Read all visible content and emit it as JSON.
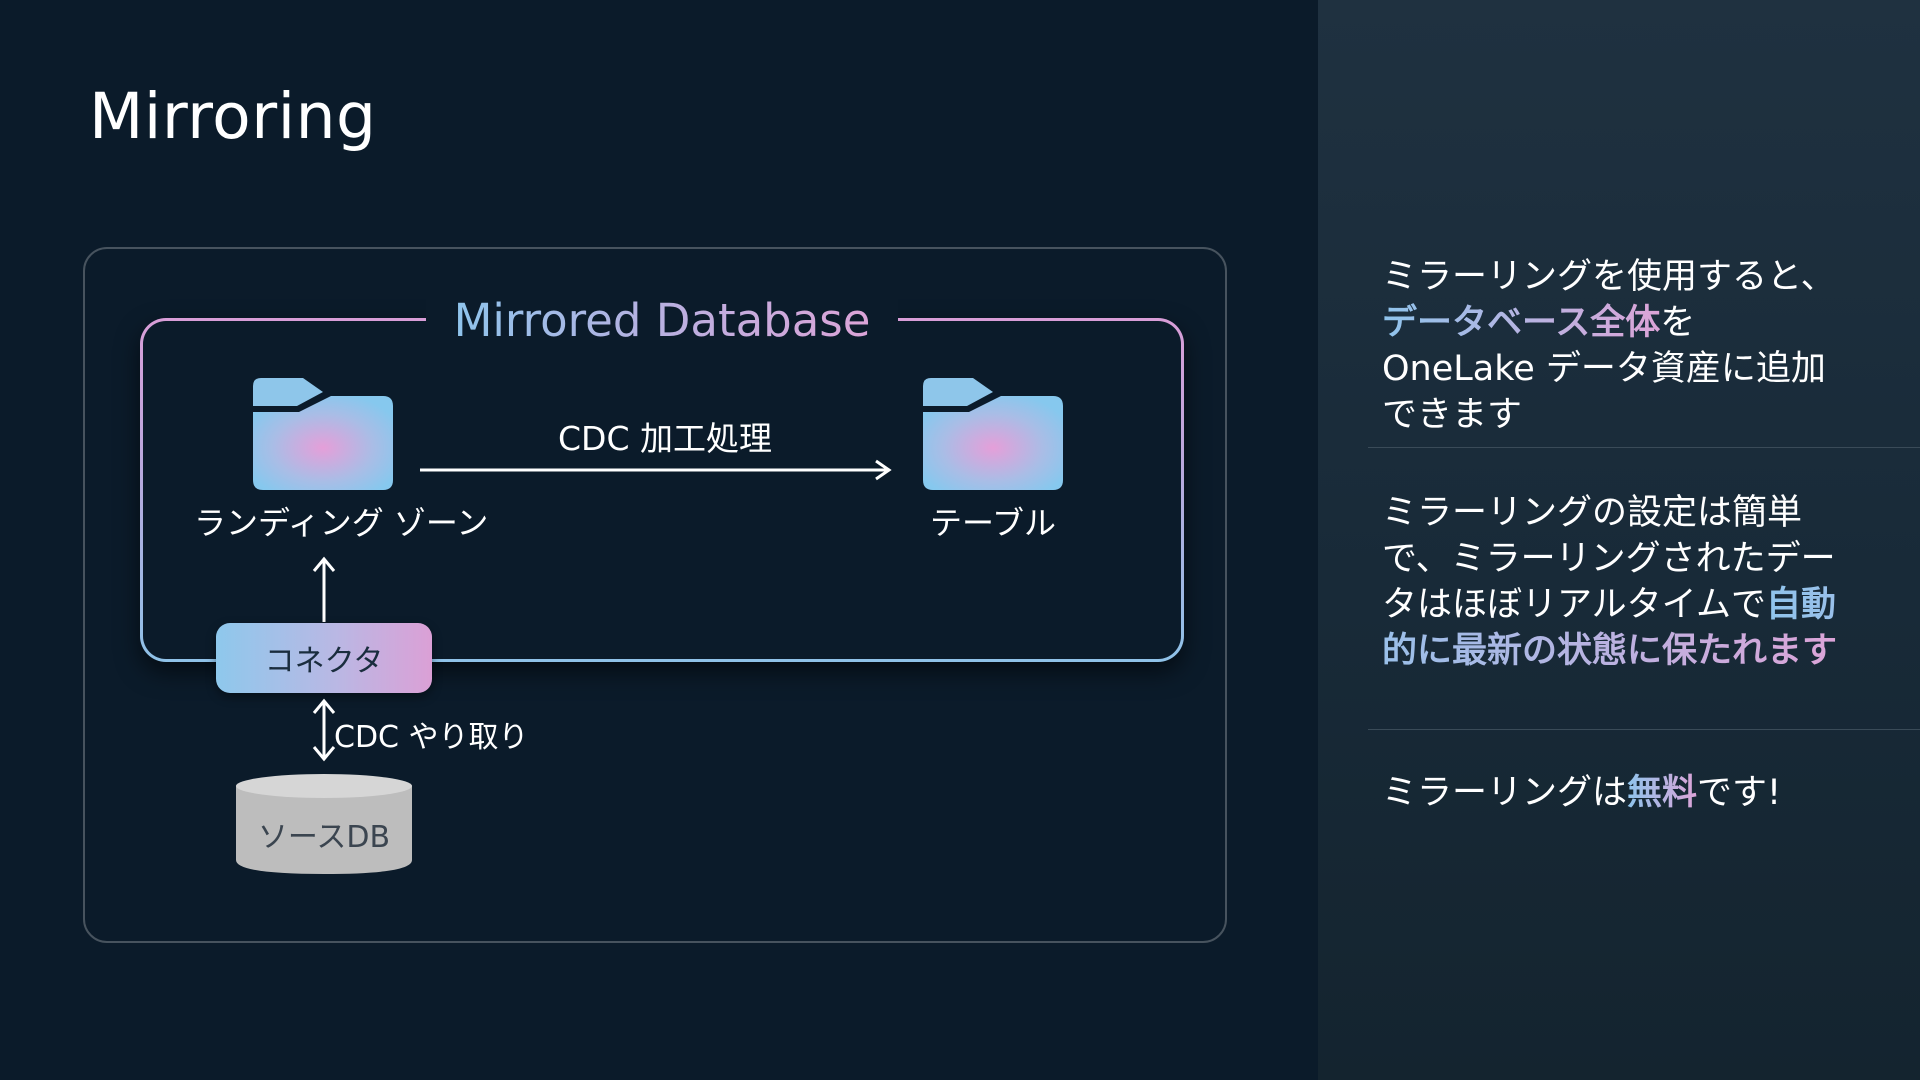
{
  "slide": {
    "title": "Mirroring"
  },
  "diagram": {
    "mirrored_database_title": "Mirrored Database",
    "landing_zone_label": "ランディング ゾーン",
    "table_label": "テーブル",
    "cdc_processing_label": "CDC 加工処理",
    "connector_label": "コネクタ",
    "cdc_exchange_label": "CDC やり取り",
    "source_db_label": "ソースDB",
    "icons": [
      "folder-icon",
      "folder-icon",
      "database-icon"
    ]
  },
  "bullets": [
    {
      "before": "ミラーリングを使用すると、",
      "highlight": "データベース全体",
      "after": "を OneLake データ資産に追加できます"
    },
    {
      "before": "ミラーリングの設定は簡単で、ミラーリングされたデータはほぼリアルタイムで",
      "highlight": "自動的に最新の状態に保たれます",
      "after": ""
    },
    {
      "before": "ミラーリングは",
      "highlight": "無料",
      "after": "です!"
    }
  ],
  "colors": {
    "background": "#0b1b2a",
    "panel": "#1f3140",
    "accent_blue": "#8fc4ec",
    "accent_pink": "#dca4d8",
    "source_db": "#bdbdbd"
  }
}
